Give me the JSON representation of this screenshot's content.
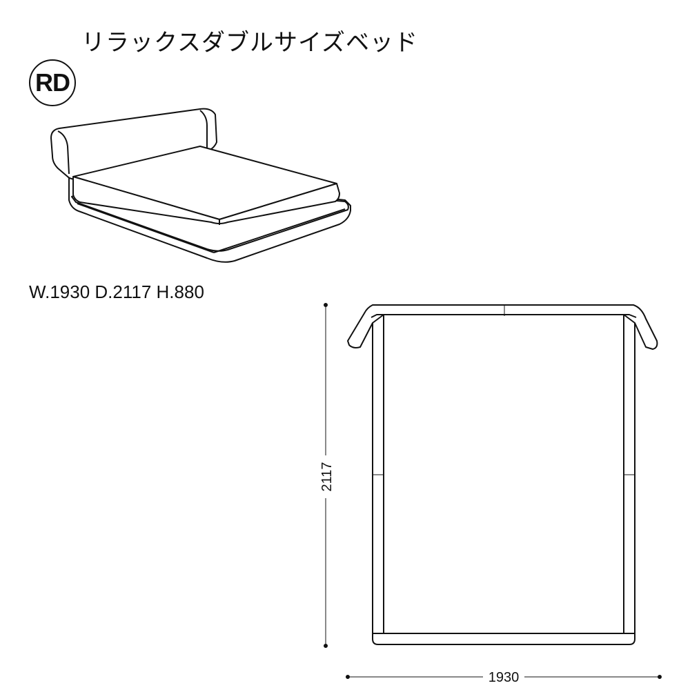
{
  "title": "リラックスダブルサイズベッド",
  "badge": "RD",
  "dimensions_text": "W.1930 D.2117 H.880",
  "plan": {
    "depth_label": "2117",
    "width_label": "1930"
  }
}
